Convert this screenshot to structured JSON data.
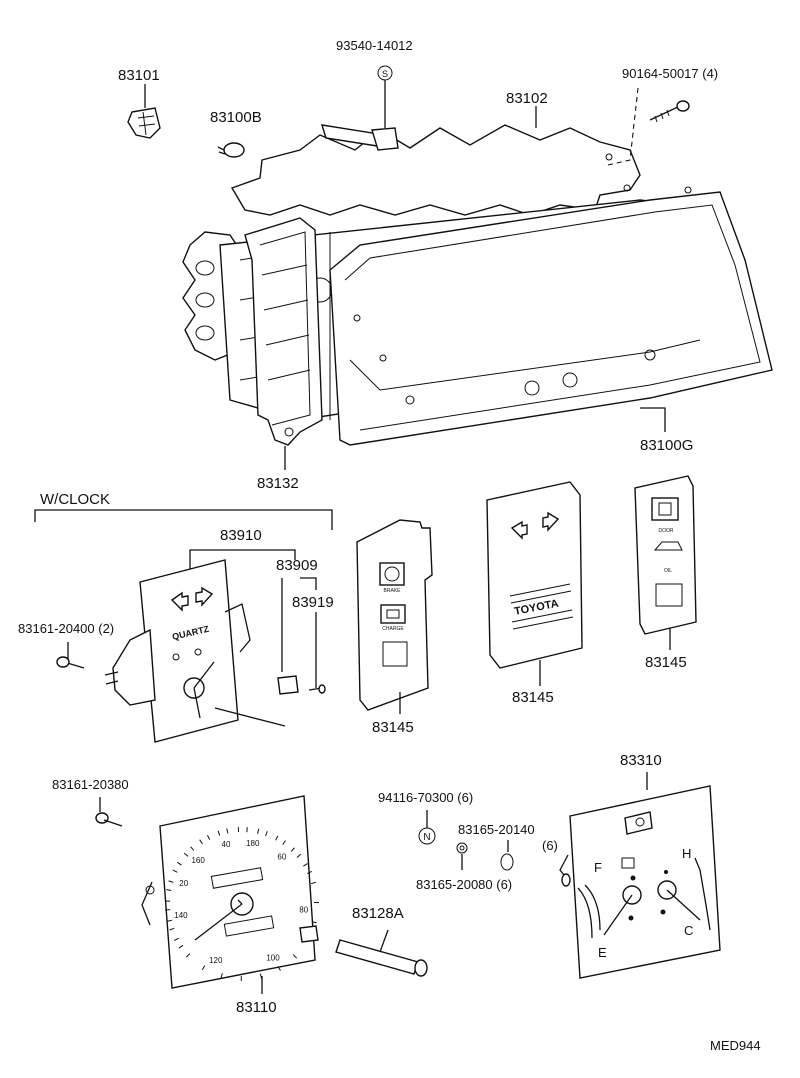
{
  "parts": {
    "p83101": "83101",
    "p83100B": "83100B",
    "p93540": "93540-14012",
    "p93540_mark": "S",
    "p83102": "83102",
    "p90164": "90164-50017 (4)",
    "p83132": "83132",
    "p83100G": "83100G",
    "w_clock": "W/CLOCK",
    "p83910": "83910",
    "p83909": "83909",
    "p83919": "83919",
    "p83161_20400": "83161-20400 (2)",
    "p83145_a": "83145",
    "p83145_b": "83145",
    "p83145_c": "83145",
    "p83161_20380": "83161-20380",
    "p94116": "94116-70300 (6)",
    "p94116_mark": "N",
    "p83165_20140": "83165-20140",
    "p83165_20140_qty": "(6)",
    "p83165_20080": "83165-20080 (6)",
    "p83128A": "83128A",
    "p83110": "83110",
    "p83310": "83310",
    "code": "MED944"
  },
  "dial_text": {
    "clock_brand": "QUARTZ",
    "toyota": "TOYOTA",
    "brake": "BRAKE",
    "charge": "CHARGE",
    "door": "DOOR",
    "oil": "OIL",
    "fuel_f": "F",
    "fuel_e": "E",
    "temp_h": "H",
    "temp_c": "C",
    "speed_ticks": [
      "20",
      "40",
      "60",
      "80",
      "100",
      "120",
      "140",
      "160",
      "180"
    ]
  }
}
